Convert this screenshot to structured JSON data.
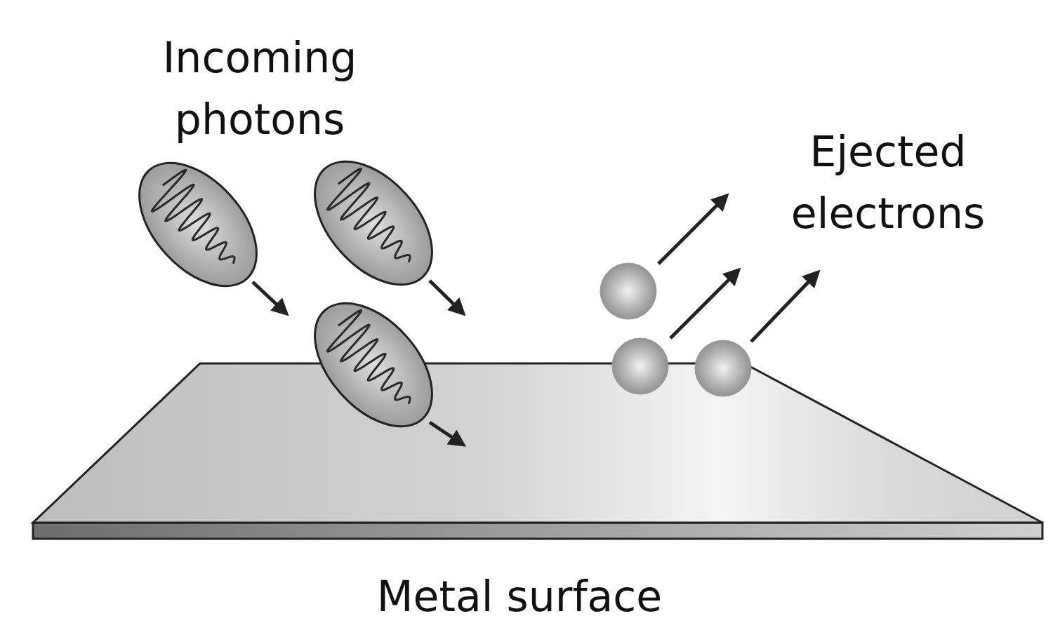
{
  "diagram": {
    "labels": [
      "Incoming photons",
      "Ejected electrons",
      "Metal surface"
    ]
  }
}
